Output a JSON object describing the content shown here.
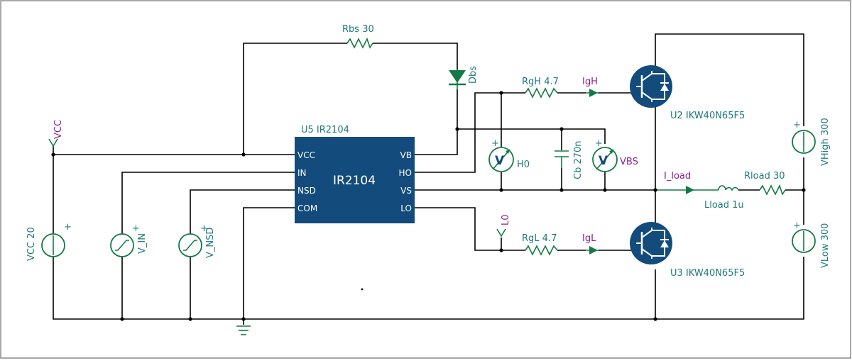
{
  "chip": {
    "ref": "U5 IR2104",
    "name": "IR2104",
    "pins_left": [
      "VCC",
      "IN",
      "NSD",
      "COM"
    ],
    "pins_right": [
      "VB",
      "HO",
      "VS",
      "LO"
    ]
  },
  "labels": {
    "rbs": "Rbs 30",
    "dbs": "Dbs",
    "rgh": "RgH 4.7",
    "igh": "IgH",
    "rgl": "RgL 4.7",
    "igl": "IgL",
    "cb": "Cb 270n",
    "h0": "H0",
    "vbs": "VBS",
    "l0": "L0",
    "vcc_probe": "VCC",
    "i_load": "I_load",
    "rload": "Rload 30",
    "lload": "Lload 1u",
    "u2": "U2 IKW40N65F5",
    "u3": "U3 IKW40N65F5",
    "vhigh": "VHigh 300",
    "vlow": "VLow 300",
    "vcc_src": "VCC 20",
    "v_in": "V_IN",
    "v_nsd": "V_NSD",
    "meter_v": "V",
    "plus": "+"
  },
  "colors": {
    "chip": "#124b7c",
    "label": "#1d7a7a",
    "probe_label": "#8a1f8a",
    "component": "#137a44"
  }
}
